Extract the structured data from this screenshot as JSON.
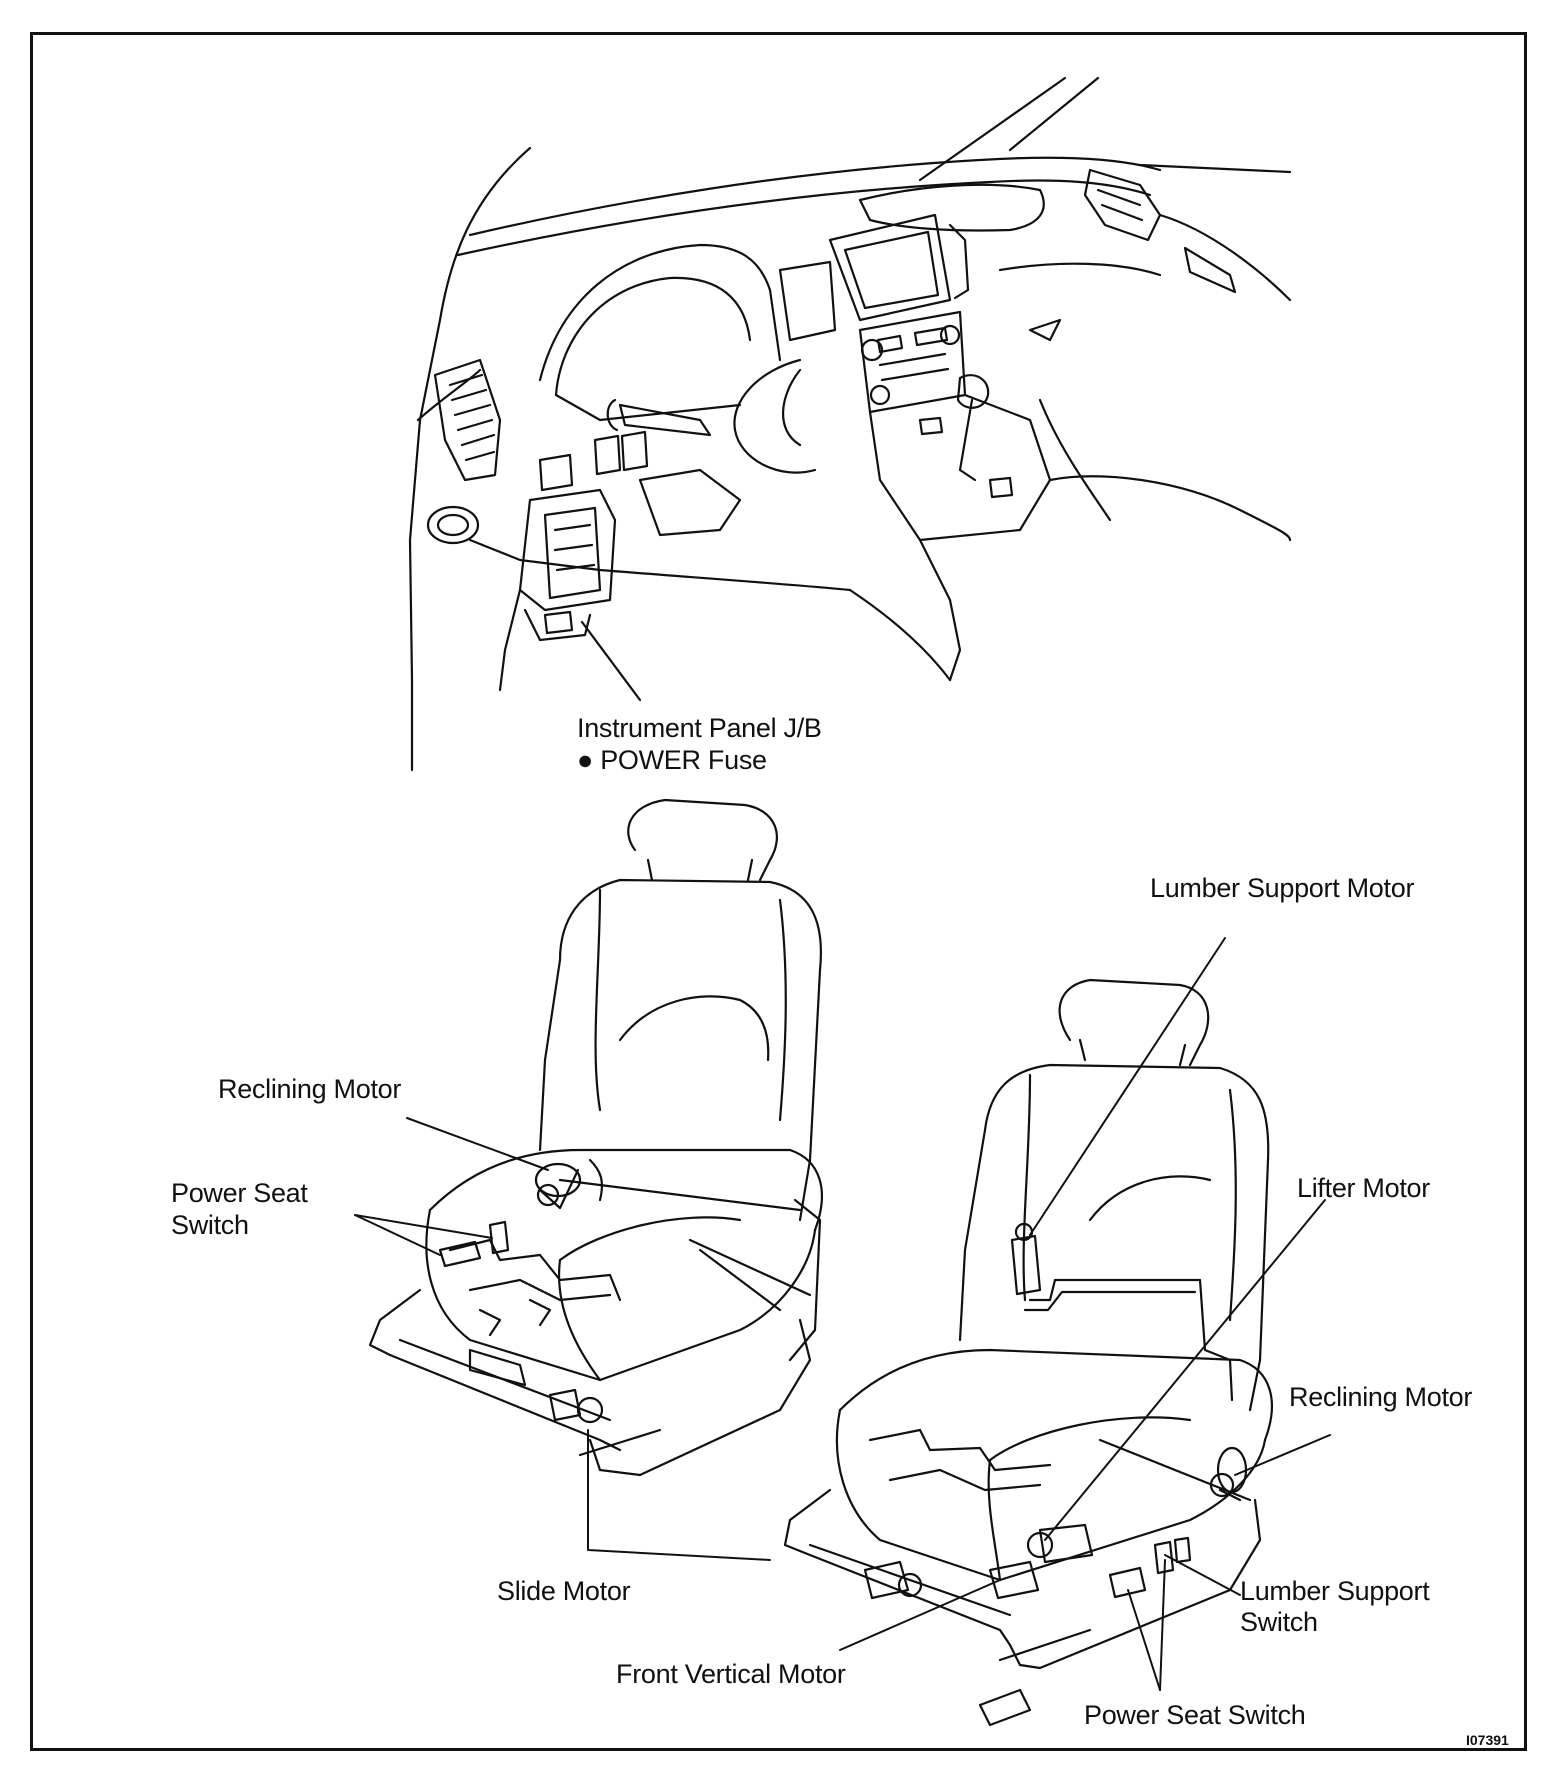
{
  "labels": {
    "ip_jb_line1": "Instrument Panel J/B",
    "ip_jb_line2": "● POWER Fuse",
    "lumber_support_motor": "Lumber Support Motor",
    "reclining_motor_left": "Reclining Motor",
    "power_seat_switch_left_1": "Power Seat",
    "power_seat_switch_left_2": "Switch",
    "lifter_motor": "Lifter Motor",
    "reclining_motor_right": "Reclining Motor",
    "slide_motor": "Slide Motor",
    "lumber_support_switch_1": "Lumber Support",
    "lumber_support_switch_2": "Switch",
    "front_vertical_motor": "Front Vertical Motor",
    "power_seat_switch_right": "Power Seat Switch"
  },
  "figure_code": "I07391"
}
